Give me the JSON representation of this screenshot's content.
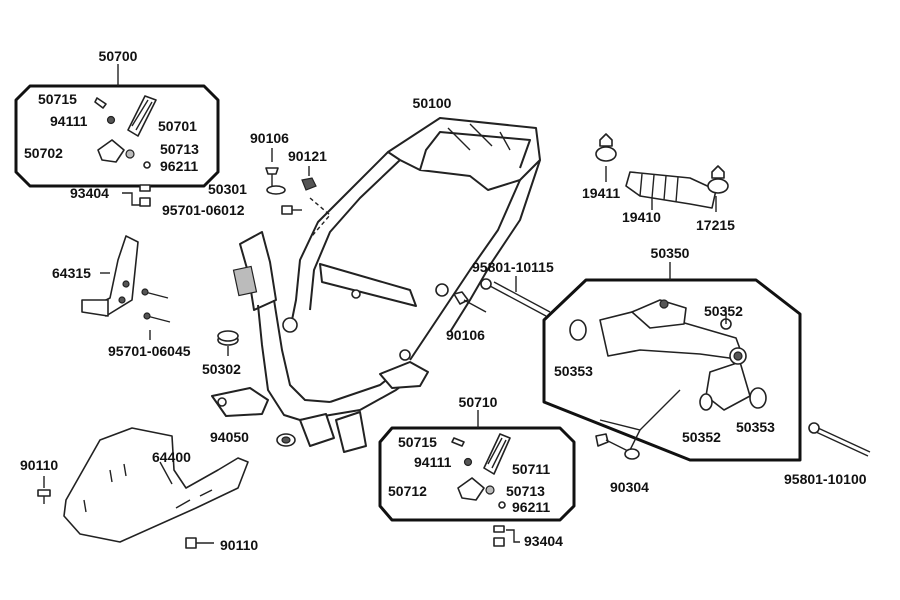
{
  "parts": {
    "p50700": "50700",
    "p50715a": "50715",
    "p94111a": "94111",
    "p50701": "50701",
    "p50702": "50702",
    "p50713a": "50713",
    "p96211a": "96211",
    "p93404a": "93404",
    "p64315": "64315",
    "p95701_06045": "95701-06045",
    "p90106a": "90106",
    "p90121": "90121",
    "p50301": "50301",
    "p95701_06012": "95701-06012",
    "p50302": "50302",
    "p50100": "50100",
    "p94050": "94050",
    "p90110a": "90110",
    "p64400": "64400",
    "p90110b": "90110",
    "p19411": "19411",
    "p19410": "19410",
    "p17215": "17215",
    "p95801_10115": "95801-10115",
    "p90106b": "90106",
    "p50350": "50350",
    "p50352a": "50352",
    "p50353a": "50353",
    "p50352b": "50352",
    "p50353b": "50353",
    "p90304": "90304",
    "p95801_10100": "95801-10100",
    "p50710": "50710",
    "p50715b": "50715",
    "p94111b": "94111",
    "p50711": "50711",
    "p50712": "50712",
    "p50713b": "50713",
    "p96211b": "96211",
    "p93404b": "93404"
  }
}
